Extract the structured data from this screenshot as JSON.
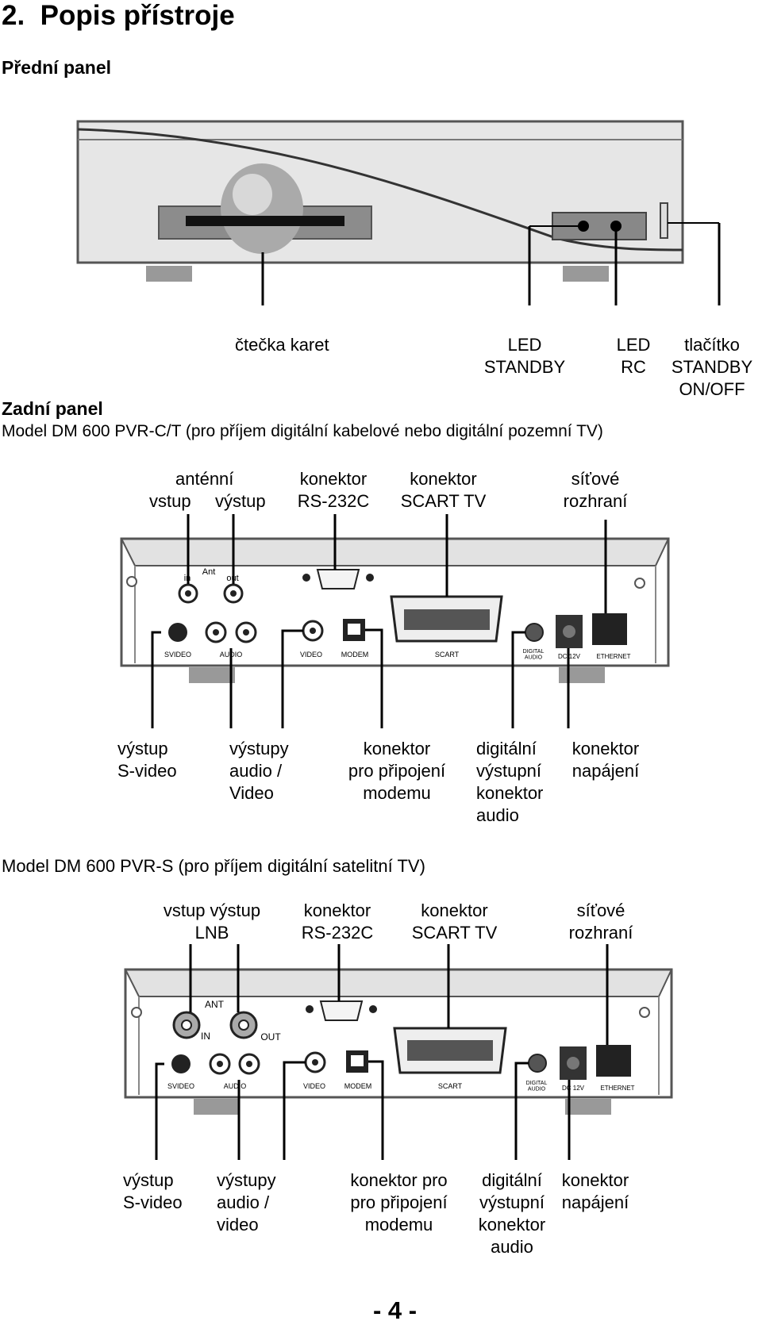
{
  "heading": "2.  Popis přístroje",
  "front": {
    "title": "Přední panel",
    "labels": {
      "card_reader": "čtečka karet",
      "led_standby": "LED\nSTANDBY",
      "led_rc": "LED\nRC",
      "standby_button": "tlačítko\nSTANDBY\nON/OFF"
    }
  },
  "rear": {
    "title": "Zadní panel",
    "model_ct": {
      "title": "Model DM 600 PVR-C/T (pro příjem digitální kabelové nebo digitální pozemní TV)",
      "top_labels": {
        "antenna": "anténní",
        "antenna_in": "vstup",
        "antenna_out": "výstup",
        "rs232": "konektor\nRS-232C",
        "scart": "konektor\nSCART TV",
        "network": "síťové\nrozhraní"
      },
      "panel_labels": {
        "in": "in",
        "ant": "Ant",
        "out": "out",
        "svideo": "SVIDEO",
        "audio": "AUDIO",
        "video": "VIDEO",
        "modem": "MODEM",
        "scart": "SCART",
        "digital_audio": "DIGITAL\nAUDIO",
        "dc": "DC 12V",
        "ethernet": "ETHERNET"
      },
      "bottom_labels": {
        "svideo_out": "výstup\nS-video",
        "audio_video_out": "výstupy\naudio /\nVideo",
        "modem": "konektor\npro připojení\nmodemu",
        "digital_audio": "digitální\nvýstupní\nkonektor\naudio",
        "power": "konektor\nnapájení"
      }
    },
    "model_s": {
      "title": "Model DM 600 PVR-S (pro příjem digitální satelitní TV)",
      "top_labels": {
        "lnb": "vstup výstup\nLNB",
        "rs232": "konektor\nRS-232C",
        "scart": "konektor\nSCART TV",
        "network": "síťové\nrozhraní"
      },
      "panel_labels": {
        "ant": "ANT",
        "in": "IN",
        "out": "OUT",
        "svideo": "SVIDEO",
        "audio": "AUDIO",
        "video": "VIDEO",
        "modem": "MODEM",
        "scart": "SCART",
        "digital_audio": "DIGITAL\nAUDIO",
        "dc": "DC 12V",
        "ethernet": "ETHERNET"
      },
      "bottom_labels": {
        "svideo_out": "výstup\nS-video",
        "audio_video_out": "výstupy\naudio /\nvideo",
        "modem": "konektor pro\npro připojení\nmodemu",
        "digital_audio": "digitální\nvýstupní\nkonektor\naudio",
        "power": "konektor\nnapájení"
      }
    }
  },
  "page_number": "- 4 -"
}
